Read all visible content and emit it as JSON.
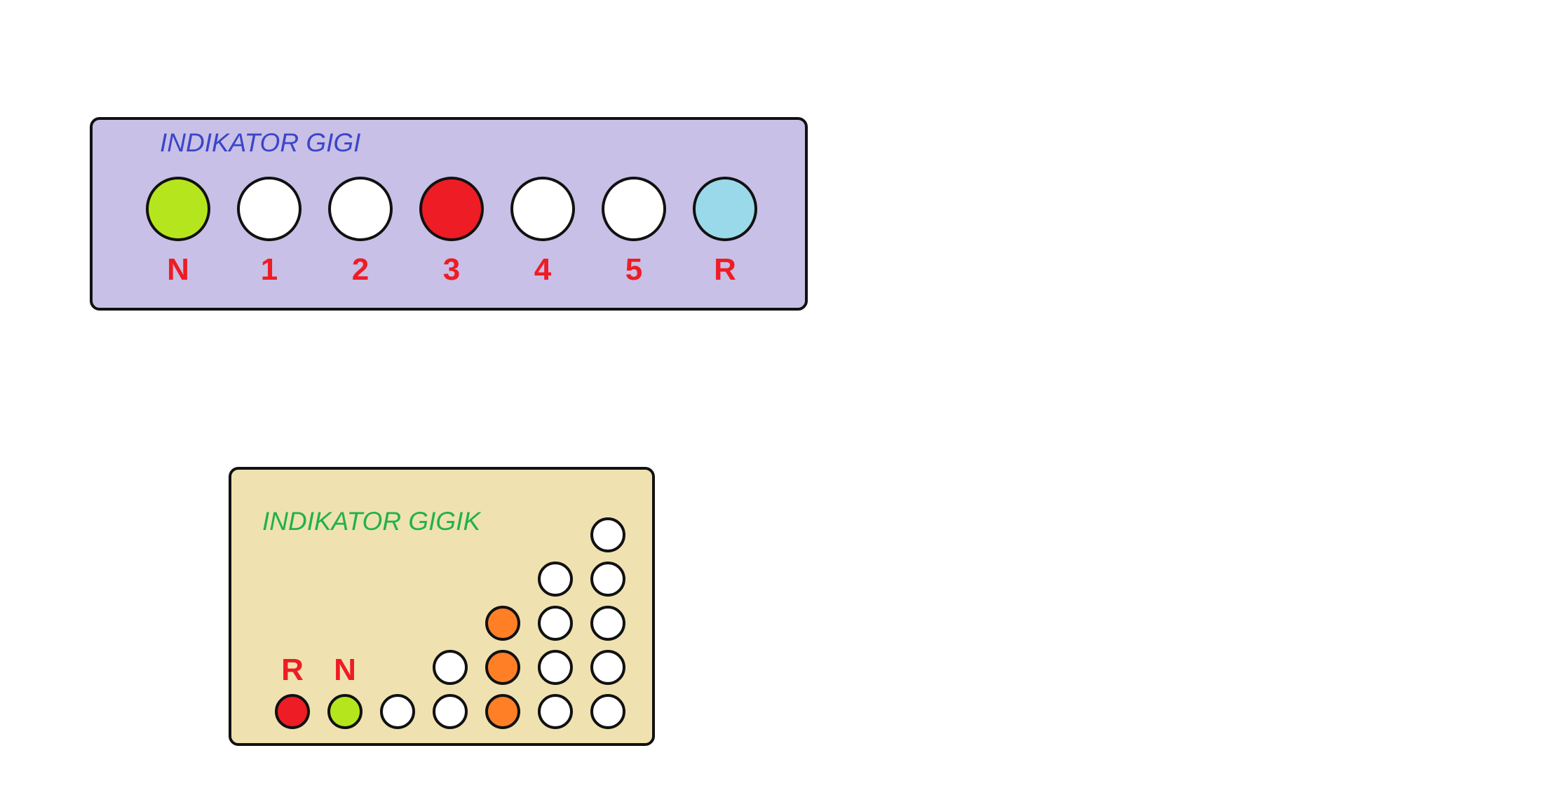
{
  "indikator_gigi": {
    "title": "INDIKATOR GIGI",
    "title_color": "#3b45c9",
    "panel_color": "#c8c0e6",
    "label_color": "#ee1c24",
    "lights": [
      {
        "label": "N",
        "color": "#b5e61d"
      },
      {
        "label": "1",
        "color": "#ffffff"
      },
      {
        "label": "2",
        "color": "#ffffff"
      },
      {
        "label": "3",
        "color": "#ee1c24"
      },
      {
        "label": "4",
        "color": "#ffffff"
      },
      {
        "label": "5",
        "color": "#ffffff"
      },
      {
        "label": "R",
        "color": "#99d9ea"
      }
    ]
  },
  "indikator_gigik": {
    "title": "INDIKATOR GIGIK",
    "title_color": "#22b14c",
    "panel_color": "#efe2b0",
    "label_color": "#ee1c24",
    "columns": [
      {
        "label": "R",
        "colors": [
          "#ee1c24"
        ]
      },
      {
        "label": "N",
        "colors": [
          "#b5e61d"
        ]
      },
      {
        "label": "",
        "colors": [
          "#ffffff"
        ]
      },
      {
        "label": "",
        "colors": [
          "#ffffff",
          "#ffffff"
        ]
      },
      {
        "label": "",
        "colors": [
          "#ff7f27",
          "#ff7f27",
          "#ff7f27"
        ]
      },
      {
        "label": "",
        "colors": [
          "#ffffff",
          "#ffffff",
          "#ffffff",
          "#ffffff"
        ]
      },
      {
        "label": "",
        "colors": [
          "#ffffff",
          "#ffffff",
          "#ffffff",
          "#ffffff",
          "#ffffff"
        ]
      }
    ]
  }
}
